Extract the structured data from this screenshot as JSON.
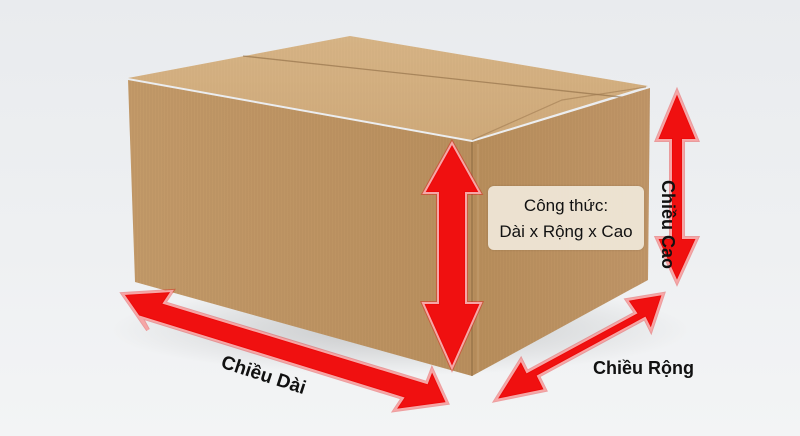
{
  "image": {
    "subject": "cardboard-box-dimensions-diagram",
    "arrow_color": "#f01010",
    "box_color": "#c49a68"
  },
  "formula": {
    "title": "Công thức:",
    "expression": "Dài x Rộng x Cao"
  },
  "labels": {
    "height": "Chiều Cao",
    "length": "Chiều Dài",
    "width": "Chiều Rộng"
  }
}
